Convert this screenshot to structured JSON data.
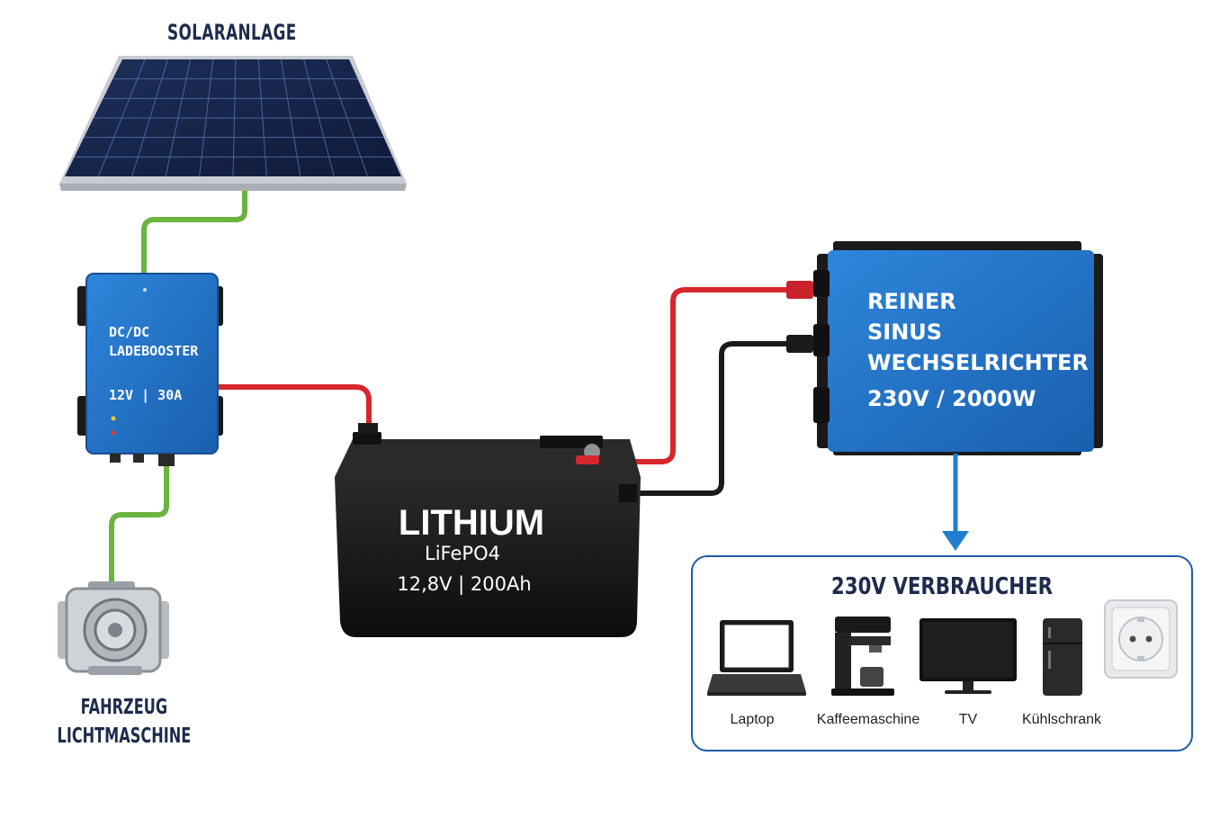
{
  "solar": {
    "title": "SOLARANLAGE"
  },
  "booster": {
    "line1": "DC/DC",
    "line2": "LADEBOOSTER",
    "spec": "12V | 30A"
  },
  "alternator": {
    "line1": "FAHRZEUG",
    "line2": "LICHTMASCHINE"
  },
  "battery": {
    "title": "LITHIUM",
    "chemistry": "LiFePO4",
    "spec": "12,8V | 200Ah"
  },
  "inverter": {
    "line1": "REINER",
    "line2": "SINUS",
    "line3": "WECHSELRICHTER",
    "spec": "230V / 2000W"
  },
  "loads": {
    "title": "230V VERBRAUCHER",
    "items": [
      "Laptop",
      "Kaffeemaschine",
      "TV",
      "Kühlschrank"
    ]
  },
  "colors": {
    "green_cable": "#6cb33f",
    "red_cable": "#d7262d",
    "black_cable": "#1a1a1a",
    "device_blue": "#1f6fc4",
    "arrow_blue": "#1e7fd0",
    "title_navy": "#1d2b4c"
  }
}
